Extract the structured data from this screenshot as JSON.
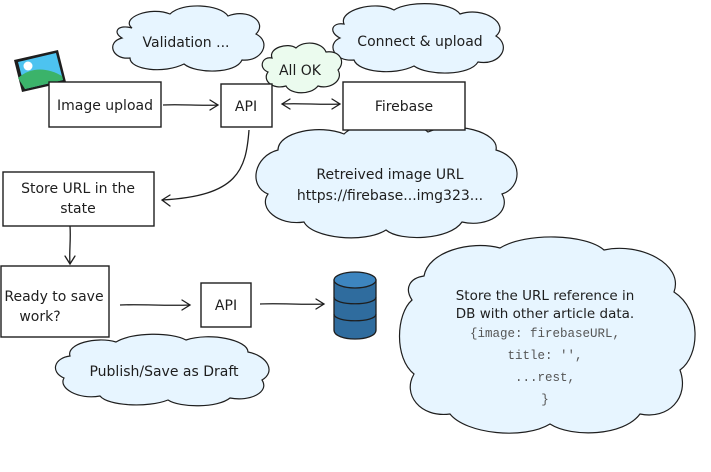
{
  "nodes": {
    "image_upload": "Image upload",
    "api_top": "API",
    "firebase": "Firebase",
    "store_url_line1": "Store URL in the",
    "store_url_line2": "state",
    "ready_line1": "Ready to save",
    "ready_line2": "work?",
    "api_bottom": "API"
  },
  "clouds": {
    "validation": "Validation ...",
    "connect_upload": "Connect & upload",
    "all_ok": "All OK",
    "retrieved_line1": "Retreived image URL",
    "retrieved_line2": "https://firebase...img323...",
    "publish": "Publish/Save as Draft",
    "store_ref_line1": "Store the URL reference in",
    "store_ref_line2": "DB with other article data.",
    "code_line1": "{image: firebaseURL,",
    "code_line2": "title: '',",
    "code_line3": "...rest,",
    "code_line4": "}"
  },
  "icons": [
    "image-icon",
    "database-icon"
  ],
  "colors": {
    "cloud_fill": "#e7f5ff",
    "cloud_green_fill": "#ebfbee",
    "database": "#2f6c9e",
    "image_sky": "#4dc3f0",
    "image_hill": "#3bb36a"
  }
}
